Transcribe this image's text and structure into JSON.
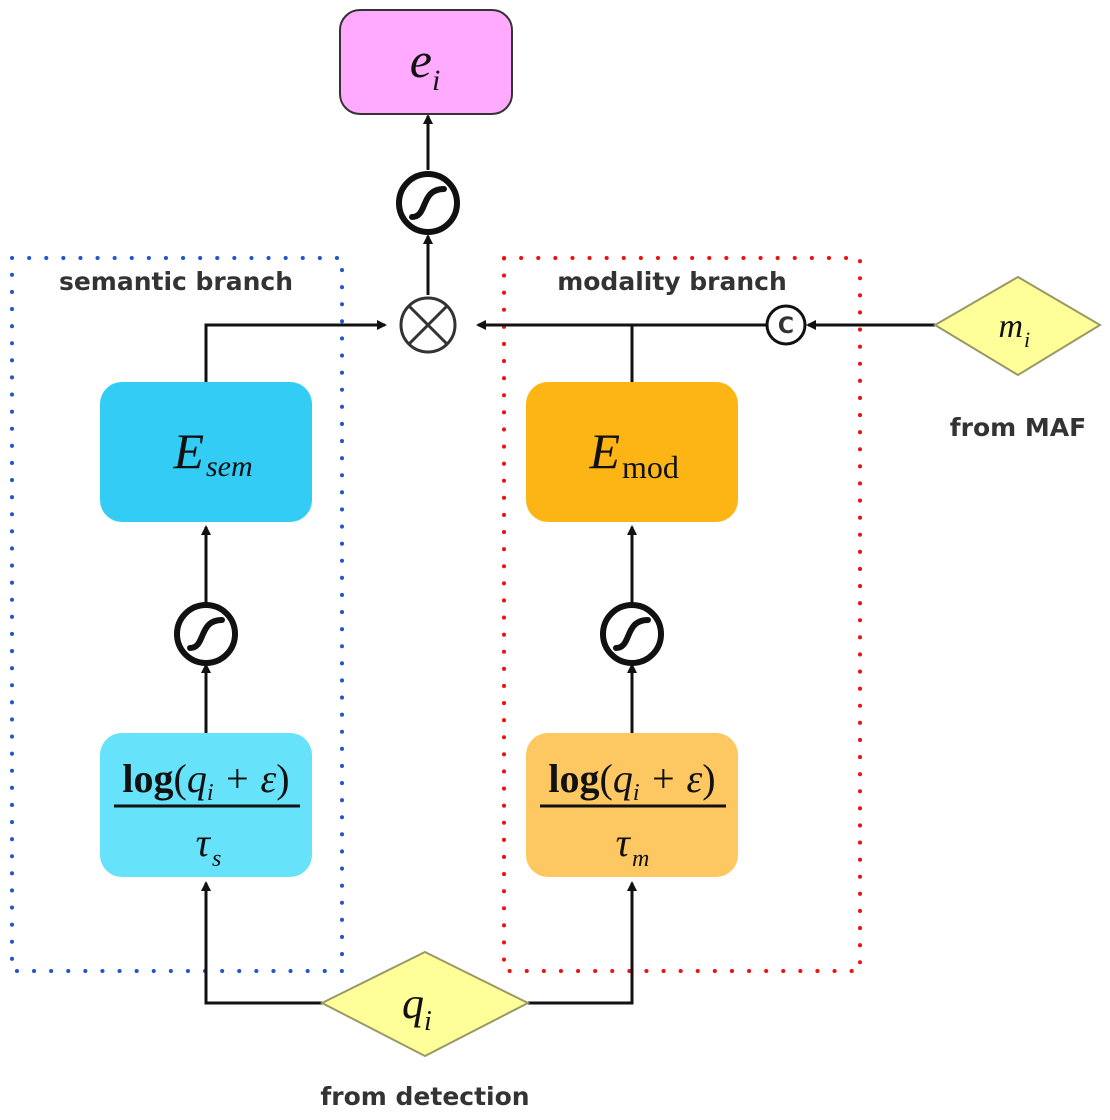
{
  "colors": {
    "semantic_branch_border": "#2255cc",
    "modality_branch_border": "#ee1111",
    "output_node_fill": "#ffaaff",
    "e_sem_fill": "#33ccf5",
    "semantic_norm_fill": "#66e3fb",
    "e_mod_fill": "#fdb515",
    "modality_norm_fill": "#fdc862",
    "input_diamond_fill": "#ffff99",
    "arrow_color": "#111111"
  },
  "branches": {
    "semantic": {
      "title": "semantic branch"
    },
    "modality": {
      "title": "modality branch"
    }
  },
  "nodes": {
    "output": {
      "symbol": "e",
      "subscript": "i"
    },
    "e_sem": {
      "symbol": "E",
      "subscript": "sem"
    },
    "e_mod": {
      "symbol": "E",
      "subscript": "mod"
    },
    "semantic_norm": {
      "numerator_func": "log",
      "numerator_var": "q",
      "numerator_var_sub": "i",
      "numerator_rest": "+ ε",
      "denominator": "τ",
      "denominator_sub": "s"
    },
    "modality_norm": {
      "numerator_func": "log",
      "numerator_var": "q",
      "numerator_var_sub": "i",
      "numerator_rest": "+ ε",
      "denominator": "τ",
      "denominator_sub": "m"
    },
    "q_input": {
      "symbol": "q",
      "subscript": "i",
      "caption": "from detection"
    },
    "m_input": {
      "symbol": "m",
      "subscript": "i",
      "caption": "from MAF"
    },
    "concat_op": {
      "symbol": "C"
    },
    "sigmoid_icon": "sigmoid-icon",
    "multiply_icon": "multiply-icon"
  }
}
